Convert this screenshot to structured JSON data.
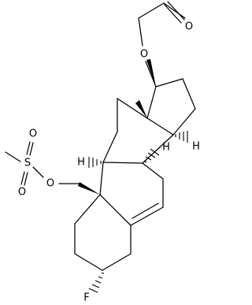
{
  "molecule": {
    "atoms": {
      "o_carbonyl": "O",
      "o_ester": "O",
      "o_mesylate": "O",
      "s": "S",
      "o_s_top": "O",
      "o_s_bottom": "O",
      "fluorine": "F",
      "h_c14": "H",
      "h_c8": "H",
      "h_c9": "H"
    }
  }
}
